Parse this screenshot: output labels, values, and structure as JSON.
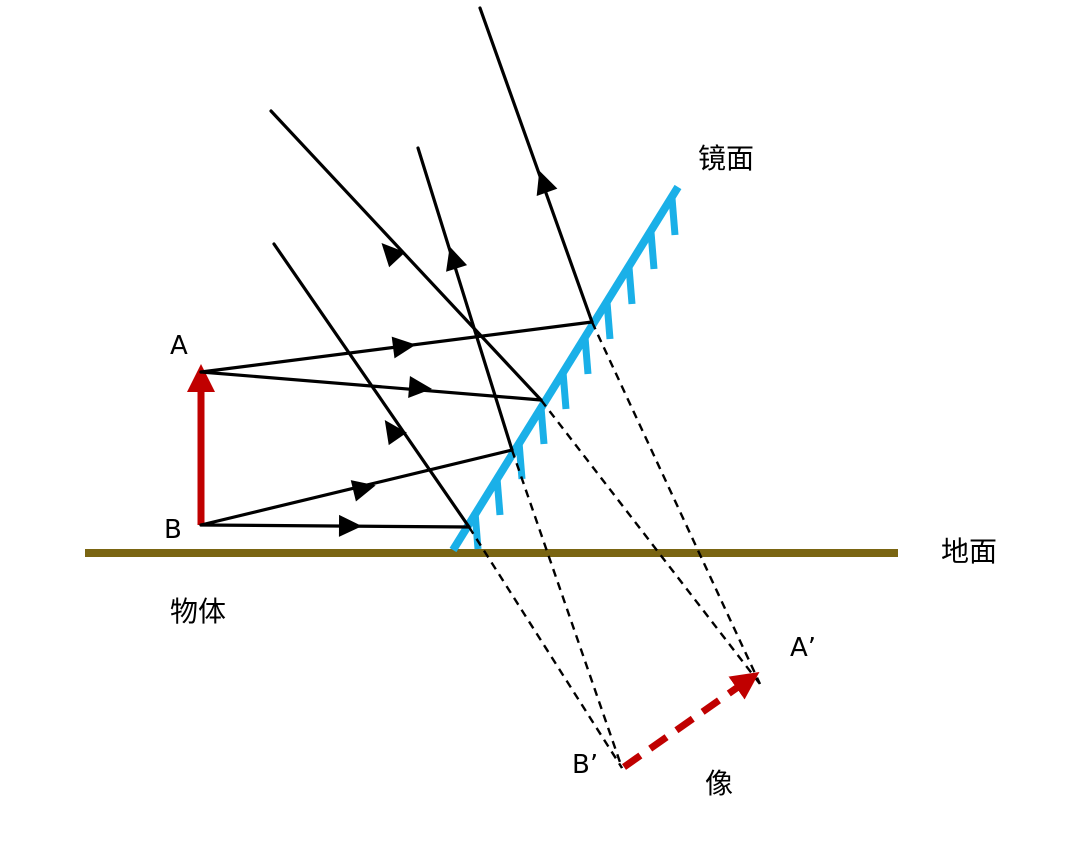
{
  "labels": {
    "mirror": "镜面",
    "ground": "地面",
    "object": "物体",
    "image": "像",
    "point_a": "A",
    "point_b": "B",
    "point_a_image": "A’",
    "point_b_image": "B’"
  },
  "colors": {
    "mirror": "#1ab0e8",
    "ground": "#7a6512",
    "object_arrow": "#c00000",
    "image_arrow": "#c00000",
    "rays": "#000000"
  }
}
